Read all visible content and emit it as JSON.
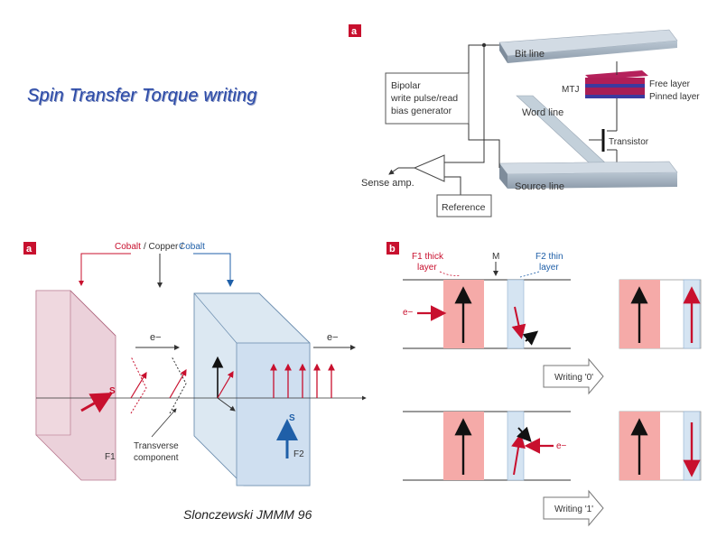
{
  "title": "Spin Transfer Torque writing",
  "credit": "Slonczewski JMMM 96",
  "figure_a_top": {
    "panel_label": "a",
    "bit_line": "Bit line",
    "mtj": "MTJ",
    "free_layer": "Free layer",
    "pinned_layer": "Pinned layer",
    "word_line": "Word line",
    "transistor": "Transistor",
    "source_line": "Source line",
    "generator_line1": "Bipolar",
    "generator_line2": "write pulse/read",
    "generator_line3": "bias generator",
    "sense_amp": "Sense amp.",
    "reference": "Reference"
  },
  "figure_a_bottom": {
    "panel_label": "a",
    "cobalt_left": "Cobalt",
    "copper": " / Copper / ",
    "cobalt_right": "Cobalt",
    "electron_left": "e−",
    "electron_right": "e−",
    "s_left": "S",
    "s_right": "S",
    "f1": "F1",
    "f2": "F2",
    "transverse_line1": "Transverse",
    "transverse_line2": "component"
  },
  "figure_b": {
    "panel_label": "b",
    "f1_line1": "F1 thick",
    "f1_line2": "layer",
    "m": "M",
    "f2_line1": "F2 thin",
    "f2_line2": "layer",
    "electron_top": "e−",
    "electron_bottom": "e−",
    "writing0": "Writing '0'",
    "writing1": "Writing '1'"
  }
}
